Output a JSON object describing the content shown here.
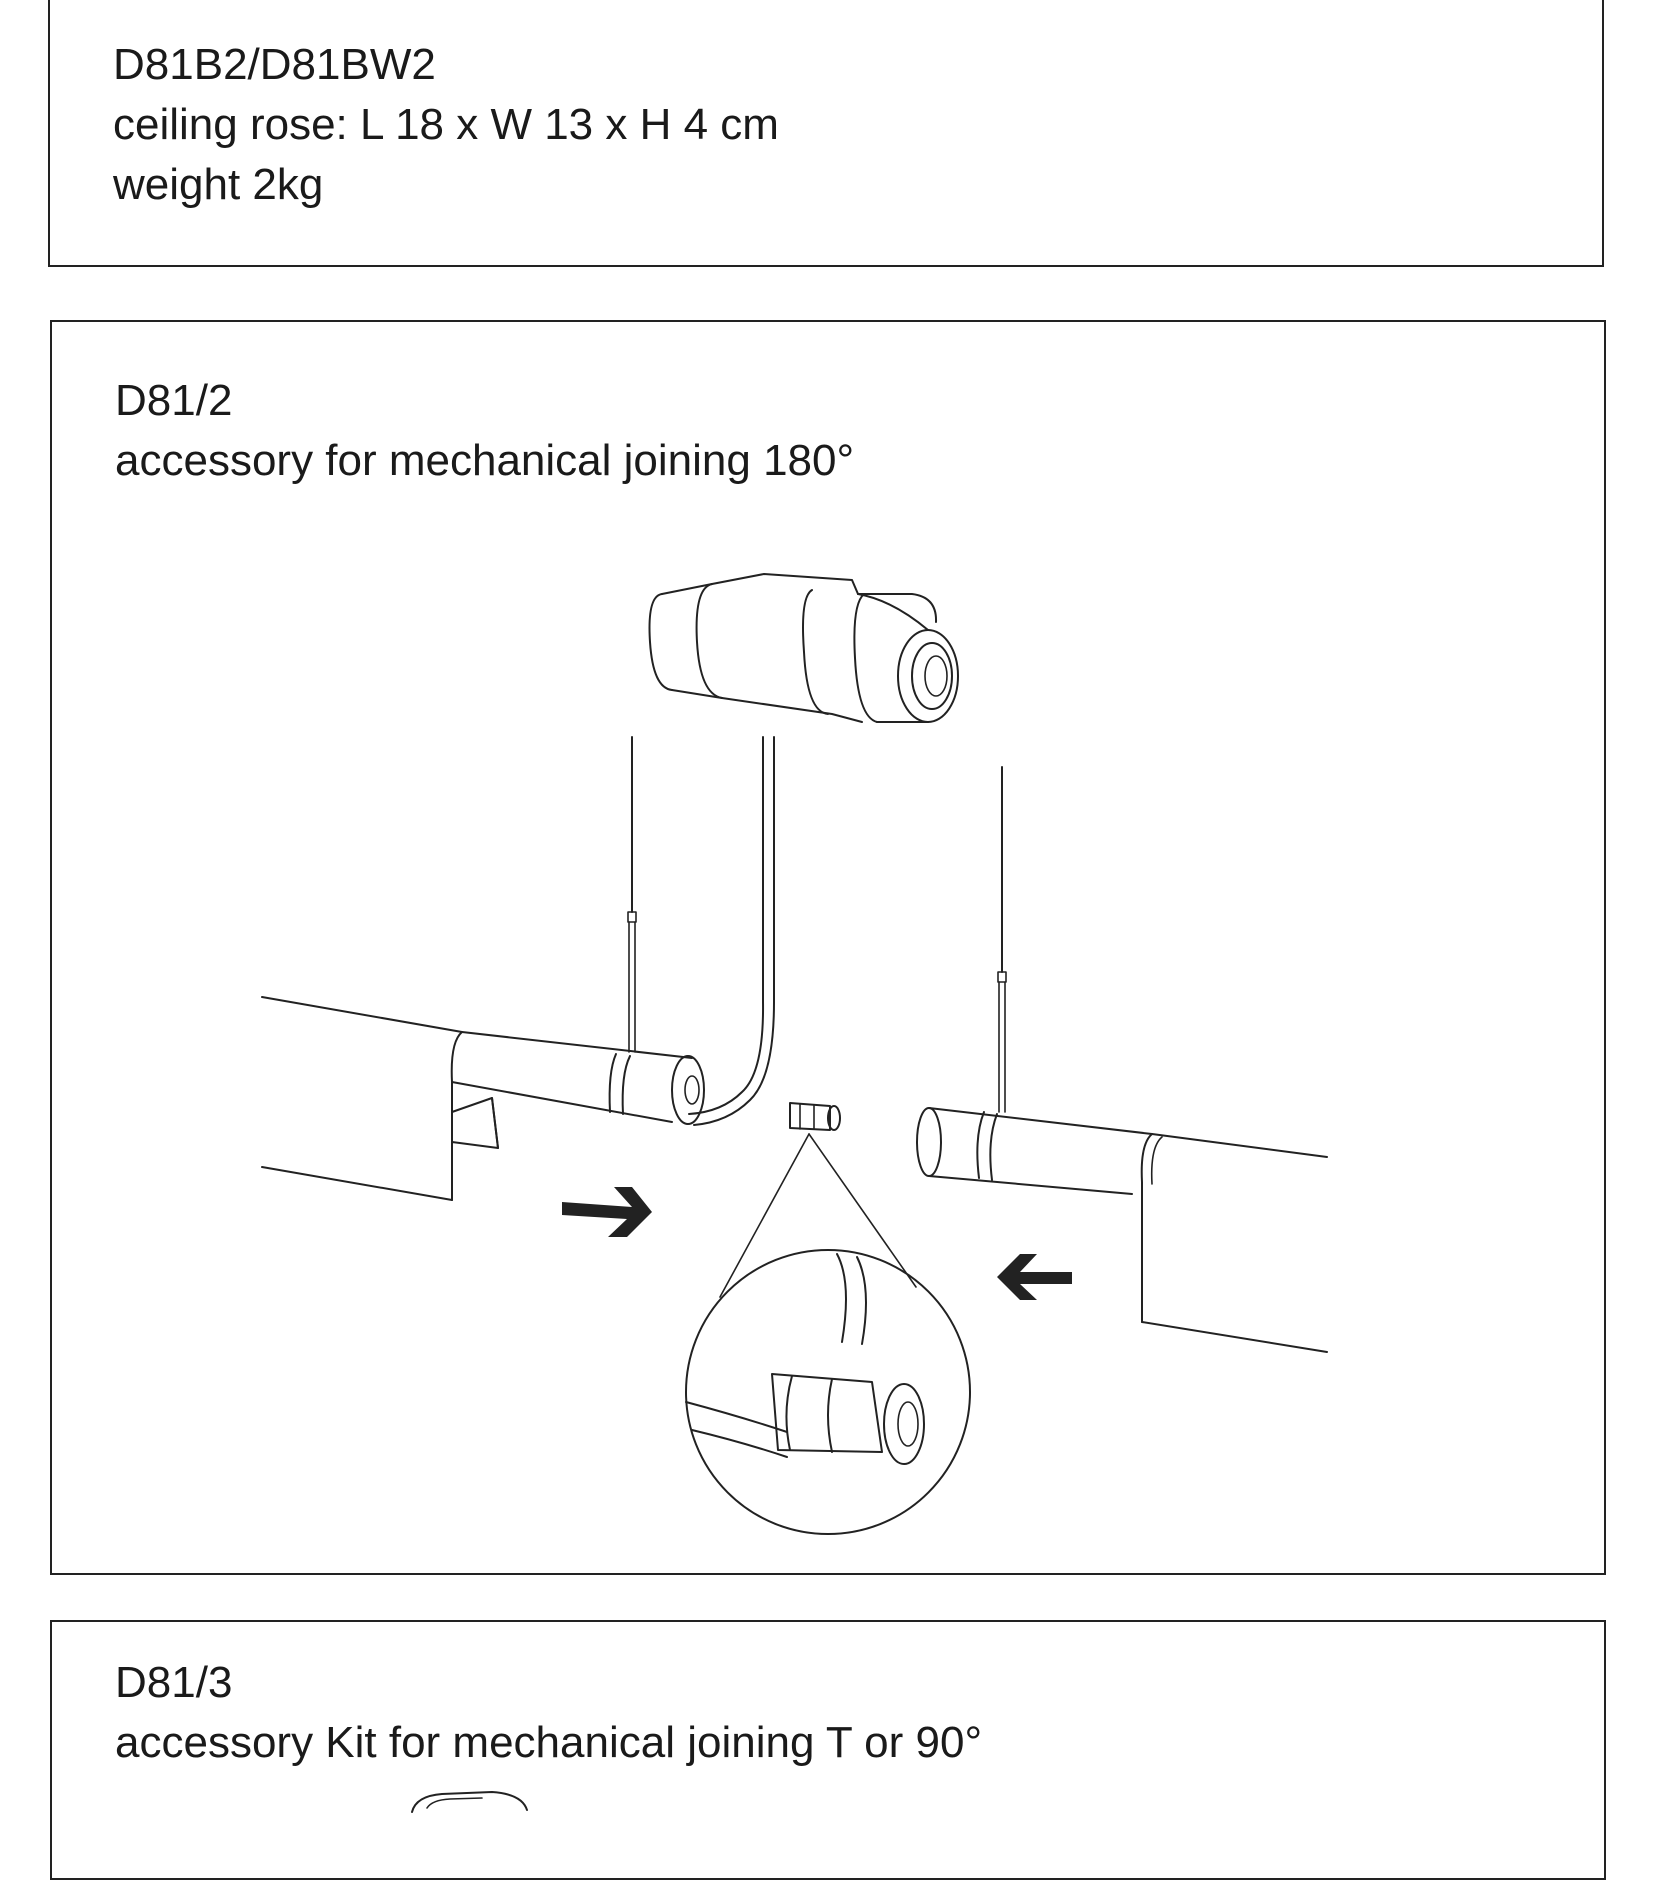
{
  "sections": [
    {
      "code": "D81B2/D81BW2",
      "lines": [
        "ceiling rose: L 18 x W 13 x H 4 cm",
        "weight 2kg"
      ]
    },
    {
      "code": "D81/2",
      "lines": [
        "accessory for mechanical joining 180°"
      ],
      "figure": "mechanical-joining-180-illustration"
    },
    {
      "code": "D81/3",
      "lines": [
        "accessory Kit for mechanical joining T or 90°"
      ]
    }
  ]
}
